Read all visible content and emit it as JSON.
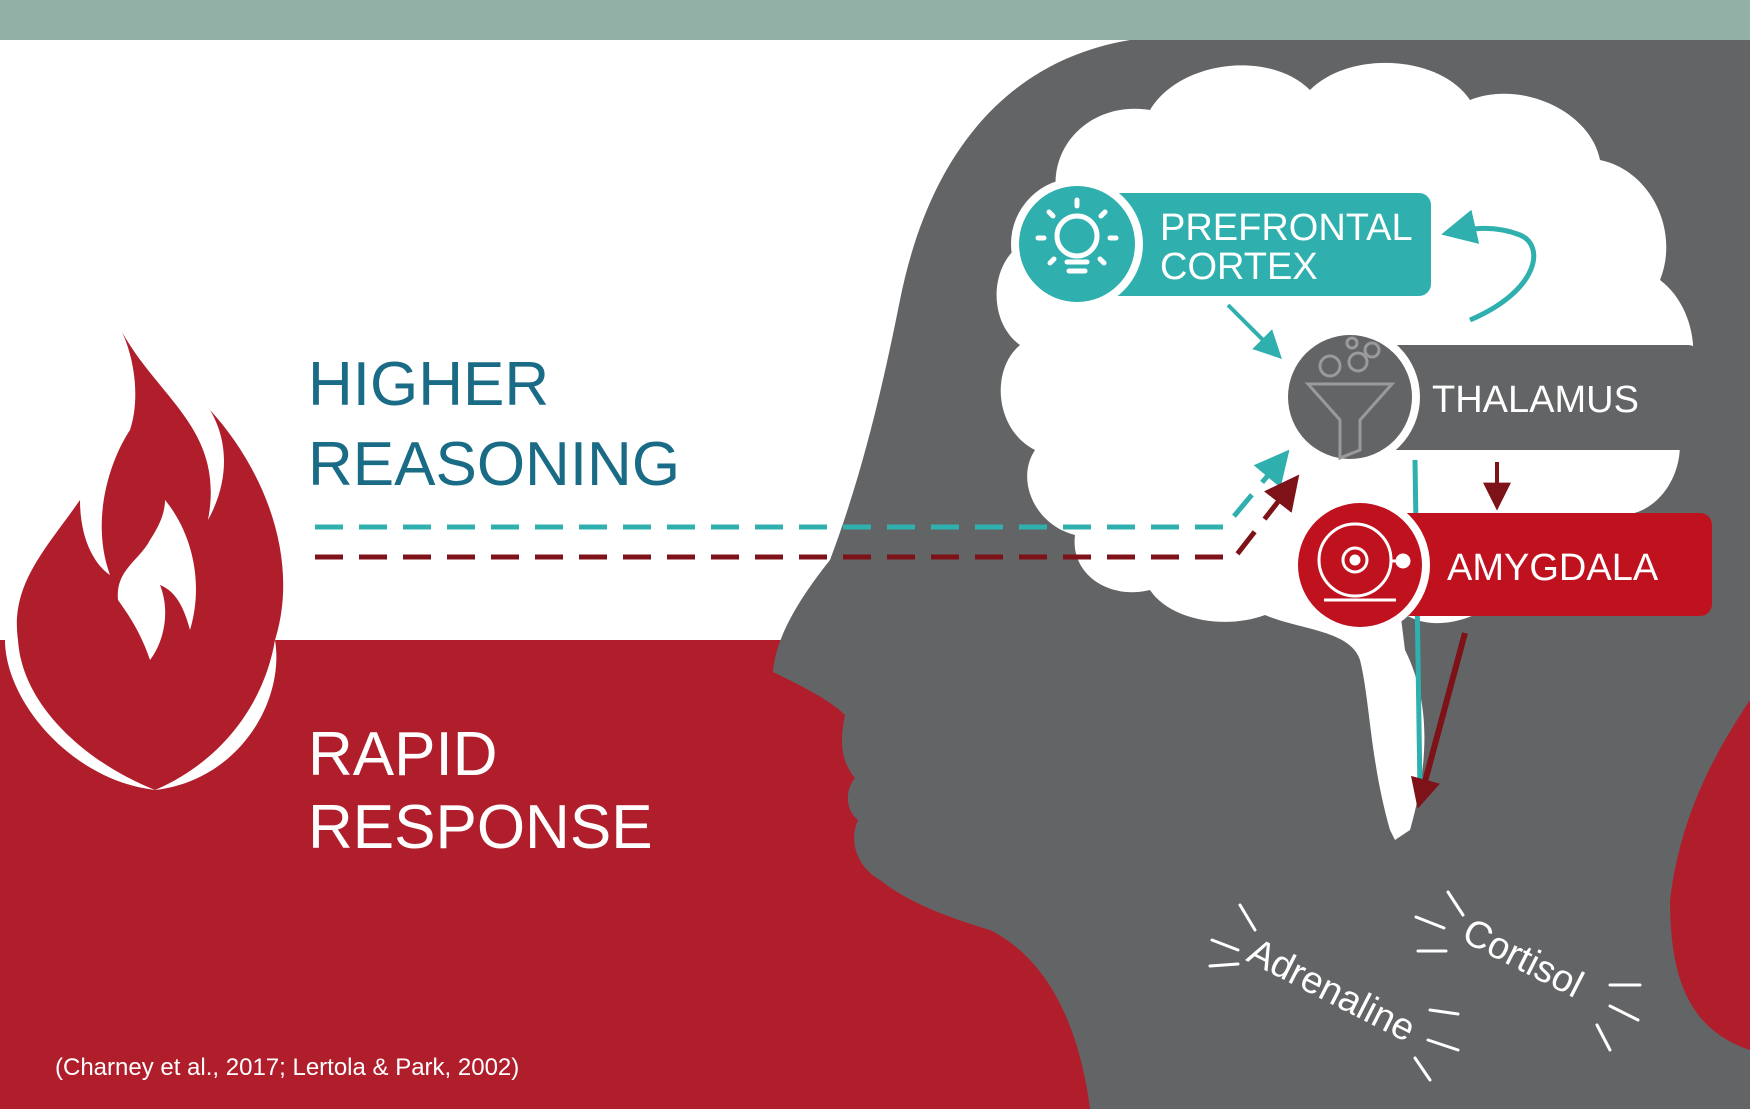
{
  "colors": {
    "top_bar": "#93b0a7",
    "red": "#b01e2c",
    "teal": "#2fb0af",
    "teal_dark": "#1a6b85",
    "gray": "#636466",
    "dark_red": "#7d1219",
    "amygdala_red": "#c0111e"
  },
  "heading_top": [
    "HIGHER",
    "REASONING"
  ],
  "heading_bottom": [
    "RAPID",
    "RESPONSE"
  ],
  "boxes": {
    "prefrontal": [
      "PREFRONTAL",
      "CORTEX"
    ],
    "thalamus": "THALAMUS",
    "amygdala": "AMYGDALA"
  },
  "icons": {
    "fire": "fire-icon",
    "prefrontal": "lightbulb-icon",
    "thalamus": "funnel-icon",
    "amygdala": "alarm-bell-icon"
  },
  "hormones": [
    "Adrenaline",
    "Cortisol"
  ],
  "citation": "(Charney et al., 2017; Lertola & Park, 2002)"
}
